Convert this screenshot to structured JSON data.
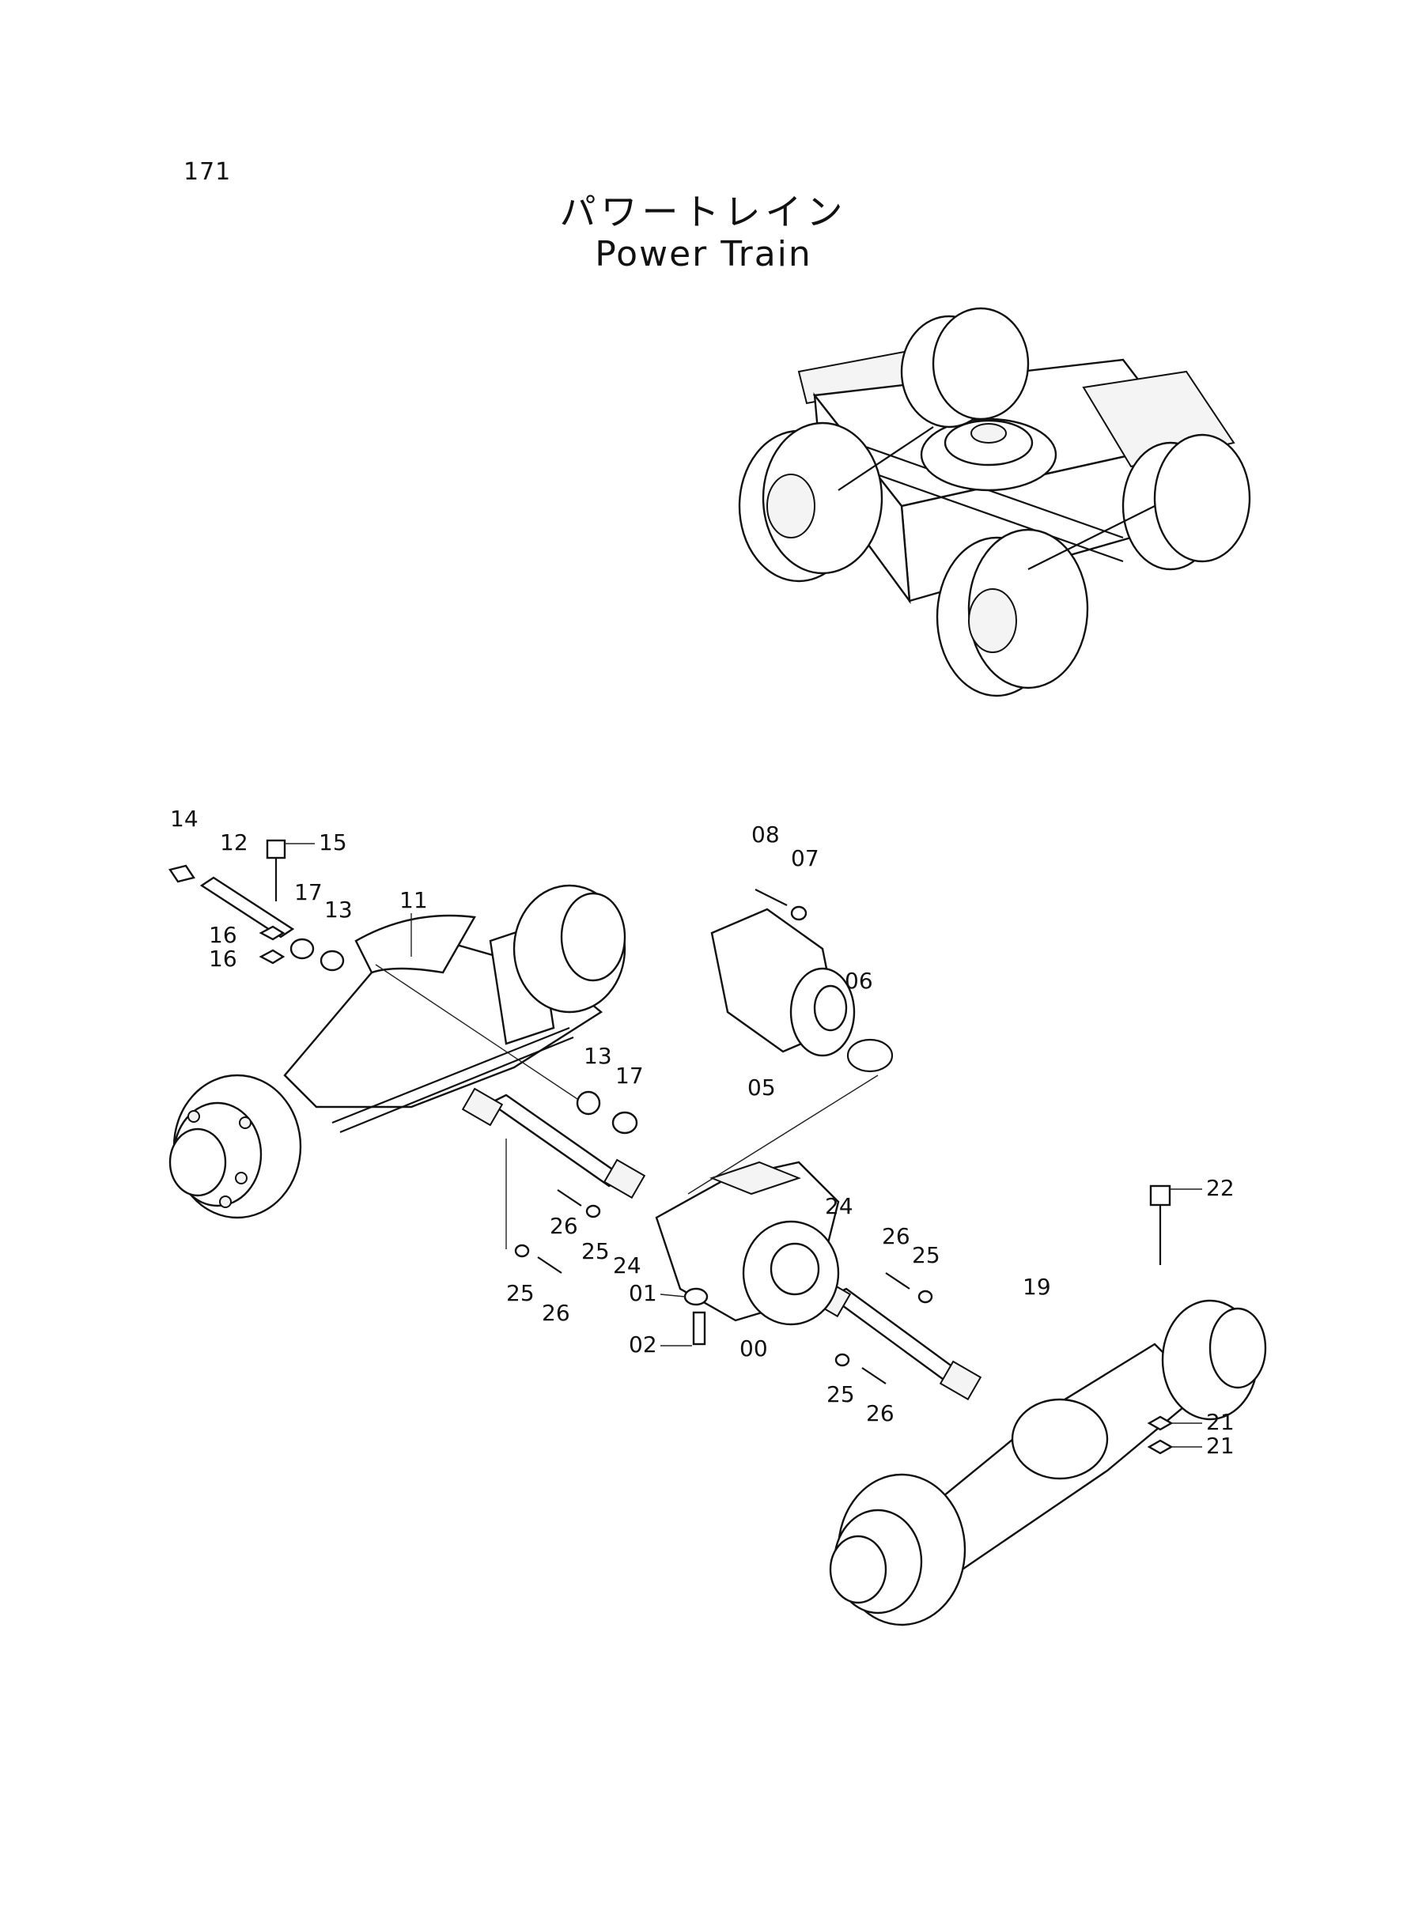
{
  "page_number": "171",
  "title_japanese": "パワートレイン",
  "title_english": "Power Train",
  "part_labels": {
    "p00": "00",
    "p01": "01",
    "p02": "02",
    "p05": "05",
    "p06": "06",
    "p07": "07",
    "p08": "08",
    "p11": "11",
    "p12": "12",
    "p13a": "13",
    "p13b": "13",
    "p14": "14",
    "p15": "15",
    "p16a": "16",
    "p16b": "16",
    "p17a": "17",
    "p17b": "17",
    "p19": "19",
    "p21a": "21",
    "p21b": "21",
    "p22": "22",
    "p24a": "24",
    "p24b": "24",
    "p25a": "25",
    "p25b": "25",
    "p25c": "25",
    "p25d": "25",
    "p26a": "26",
    "p26b": "26",
    "p26c": "26",
    "p26d": "26"
  }
}
